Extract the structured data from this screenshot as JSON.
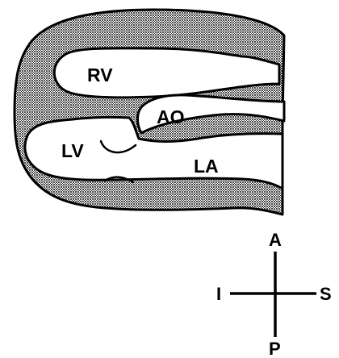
{
  "diagram": {
    "colors": {
      "ink": "#000000",
      "tissue_dot": "#000000",
      "background": "#ffffff"
    },
    "chambers": {
      "rv": "RV",
      "ao": "AO",
      "lv": "LV",
      "la": "LA"
    },
    "orientation": {
      "anterior": "A",
      "inferior": "I",
      "superior": "S",
      "posterior": "P"
    }
  }
}
